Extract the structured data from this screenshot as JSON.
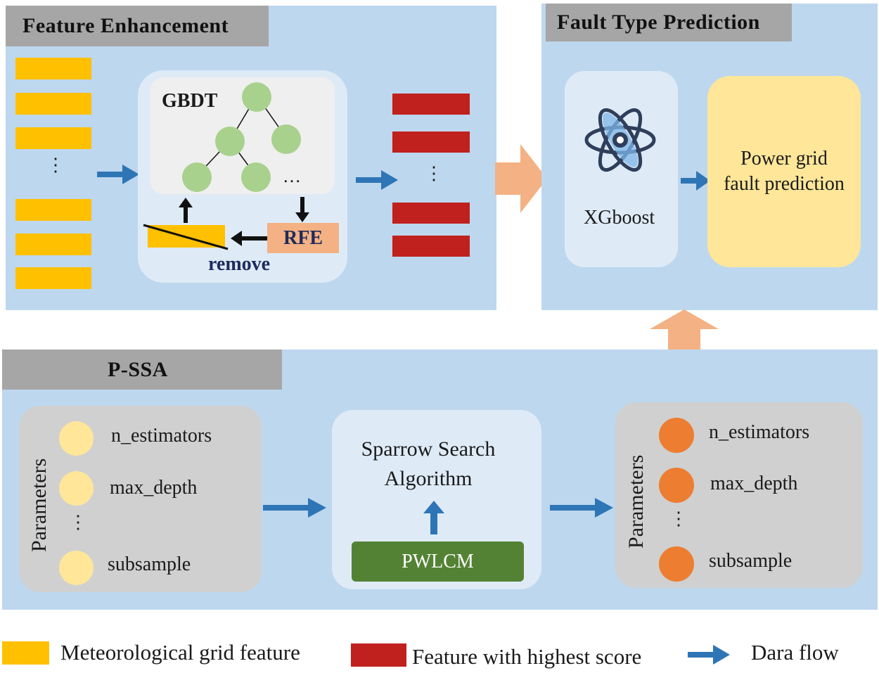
{
  "feature_enhancement": {
    "title": "Feature Enhancement",
    "gbdt_label": "GBDT",
    "tree_ellipsis": "…",
    "rfe_label": "RFE",
    "remove_label": "remove",
    "dots": "·\n·\n·"
  },
  "fault_type_prediction": {
    "title": "Fault Type Prediction",
    "model_label": "XGboost",
    "output_line1": "Power grid",
    "output_line2": "fault prediction"
  },
  "pssa": {
    "title": "P-SSA",
    "left_params": {
      "vertical_label": "Parameters",
      "items": [
        "n_estimators",
        "max_depth",
        "subsample"
      ]
    },
    "algorithm_line1": "Sparrow Search",
    "algorithm_line2": "Algorithm",
    "pwlcm_label": "PWLCM",
    "right_params": {
      "vertical_label": "Parameters",
      "items": [
        "n_estimators",
        "max_depth",
        "subsample"
      ]
    }
  },
  "legend": {
    "yellow_label": "Meteorological grid feature",
    "red_label": "Feature with highest score",
    "arrow_label": "Dara flow"
  },
  "colors": {
    "panel": "#bdd7ee",
    "title_tab": "#a6a6a6",
    "meteorological_feature": "#ffc000",
    "highest_score_feature": "#c0201e",
    "tree_node": "#a9d18e",
    "rfe_box": "#f4b183",
    "pwlcm_box": "#548235",
    "flow_arrow": "#2e75b6",
    "big_arrow": "#f4b183",
    "output_box": "#ffe699",
    "left_param_circle": "#ffe699",
    "right_param_circle": "#ed7d31"
  }
}
